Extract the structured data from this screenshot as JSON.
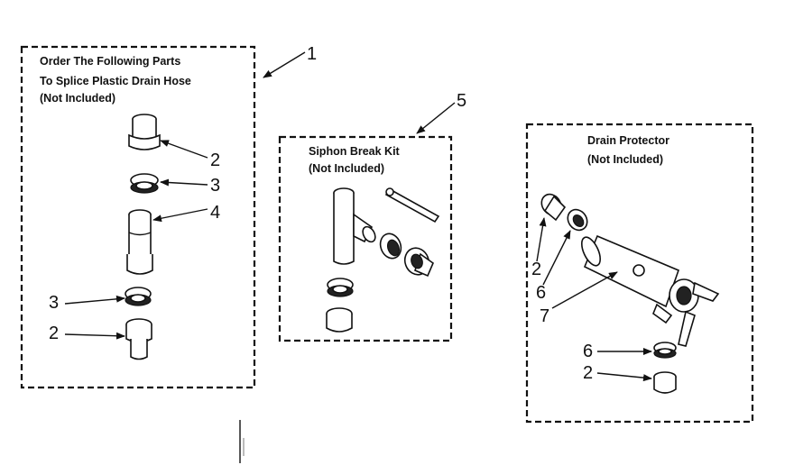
{
  "diagram": {
    "panel_splice": {
      "title_lines": [
        "Order The Following Parts",
        "To Splice Plastic Drain Hose",
        "(Not Included)"
      ],
      "callout": "1",
      "labels": [
        "2",
        "3",
        "4",
        "3",
        "2"
      ]
    },
    "panel_siphon": {
      "title_lines": [
        "Siphon Break Kit",
        "(Not Included)"
      ],
      "callout": "5"
    },
    "panel_drain": {
      "title_lines": [
        "Drain Protector",
        "(Not Included)"
      ],
      "labels": [
        "2",
        "6",
        "7",
        "6",
        "2"
      ]
    }
  }
}
